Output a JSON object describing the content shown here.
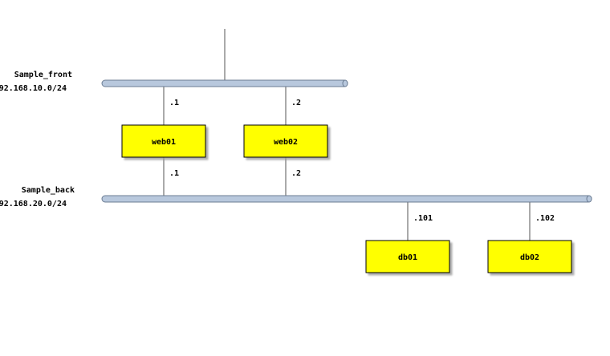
{
  "networks": [
    {
      "id": "front",
      "name": "Sample_front",
      "address": "92.168.10.0/24"
    },
    {
      "id": "back",
      "name": "Sample_back",
      "address": "92.168.20.0/24"
    }
  ],
  "nodes": [
    {
      "id": "web01",
      "label": "web01"
    },
    {
      "id": "web02",
      "label": "web02"
    },
    {
      "id": "db01",
      "label": "db01"
    },
    {
      "id": "db02",
      "label": "db02"
    }
  ],
  "links": [
    {
      "node": "web01",
      "network": "front",
      "ip": ".1"
    },
    {
      "node": "web02",
      "network": "front",
      "ip": ".2"
    },
    {
      "node": "web01",
      "network": "back",
      "ip": ".1"
    },
    {
      "node": "web02",
      "network": "back",
      "ip": ".2"
    },
    {
      "node": "db01",
      "network": "back",
      "ip": ".101"
    },
    {
      "node": "db02",
      "network": "back",
      "ip": ".102"
    }
  ],
  "colors": {
    "node_fill": "#ffff00",
    "node_stroke": "#000000",
    "bus_fill": "#b8c8dd",
    "bus_stroke": "#6b7c93",
    "shadow": "#999999"
  }
}
